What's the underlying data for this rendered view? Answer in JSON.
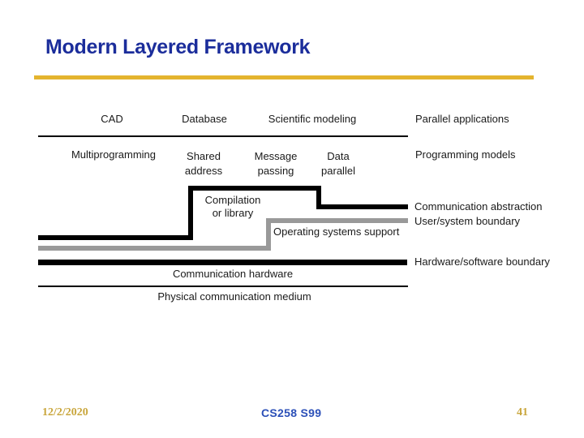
{
  "title": "Modern Layered Framework",
  "colors": {
    "title_blue": "#1B2D9B",
    "accent_gold": "#E4B42E",
    "footer_gold": "#C9A63C",
    "footer_blue": "#2C50B8",
    "boundary_black": "#000000",
    "boundary_gray": "#999999"
  },
  "diagram": {
    "applications": {
      "cad": "CAD",
      "database": "Database",
      "scientific_modeling": "Scientific modeling",
      "row_label": "Parallel applications"
    },
    "models": {
      "multiprogramming": "Multiprogramming",
      "shared_address": "Shared\naddress",
      "message_passing": "Message\npassing",
      "data_parallel": "Data\nparallel",
      "row_label": "Programming models"
    },
    "compilation": "Compilation\nor library",
    "communication_abstraction": "Communication abstraction",
    "user_system_boundary": "User/system boundary",
    "operating_systems_support": "Operating systems support",
    "communication_hardware": "Communication hardware",
    "hardware_software_boundary": "Hardware/software boundary",
    "physical_communication_medium": "Physical communication medium"
  },
  "footer": {
    "date": "12/2/2020",
    "course": "CS258 S99",
    "page": "41"
  }
}
